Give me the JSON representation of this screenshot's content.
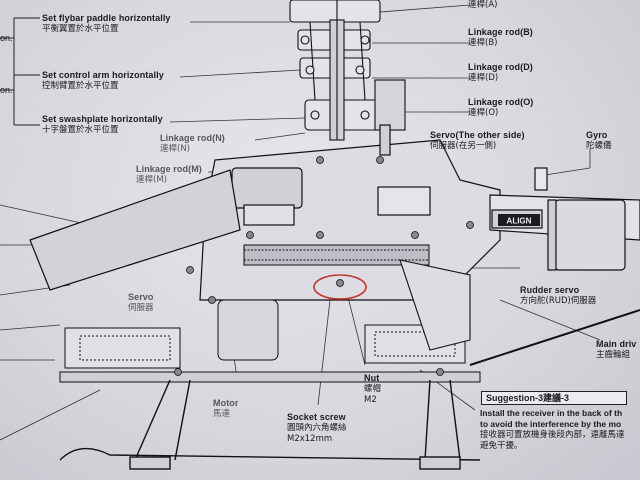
{
  "left_labels": [
    {
      "en": "Set flybar paddle horizontally",
      "zh": "平衡翼置於水平位置"
    },
    {
      "en": "Set control arm horizontally",
      "zh": "控制臂置於水平位置"
    },
    {
      "en": "Set swashplate horizontally",
      "zh": "十字盤置於水平位置"
    }
  ],
  "cut_left": [
    "on.",
    "on."
  ],
  "top_right_zh": "連桿(A)",
  "linkage_right": [
    {
      "en": "Linkage rod(B)",
      "zh": "連桿(B)"
    },
    {
      "en": "Linkage rod(D)",
      "zh": "連桿(D)"
    },
    {
      "en": "Linkage rod(O)",
      "zh": "連桿(O)"
    }
  ],
  "linkage_left": [
    {
      "en": "Linkage rod(N)",
      "zh": "連桿(N)"
    },
    {
      "en": "Linkage rod(M)",
      "zh": "連桿(M)"
    }
  ],
  "servo_other": {
    "en": "Servo(The other side)",
    "zh": "伺服器(在另一側)"
  },
  "gyro": {
    "en": "Gyro",
    "zh": "陀螺儀"
  },
  "rudder_servo": {
    "en": "Rudder servo",
    "zh": "方向舵(RUD)伺服器"
  },
  "servo": {
    "en": "Servo",
    "zh": "伺服器"
  },
  "main_drive": {
    "en": "Main driv",
    "zh": "主齒輪組"
  },
  "motor": {
    "en": "Motor",
    "zh": "馬達"
  },
  "nut": {
    "en": "Nut",
    "zh": "螺帽",
    "size": "M2"
  },
  "socket_screw": {
    "en": "Socket screw",
    "zh": "圓頭內六角螺絲",
    "size": "M2x12mm"
  },
  "suggestion": {
    "title": "Suggestion-3建議-3",
    "line1": "Install the receiver in the back of th",
    "line2": "to avoid the interference by the mo",
    "line3": "接收器可置放機身後段內部，遠離馬達",
    "line4": "避免干擾。"
  },
  "logo_text": "ALIGN",
  "colors": {
    "highlight_circle": "#c0392b",
    "ink": "#1a1a1f"
  }
}
